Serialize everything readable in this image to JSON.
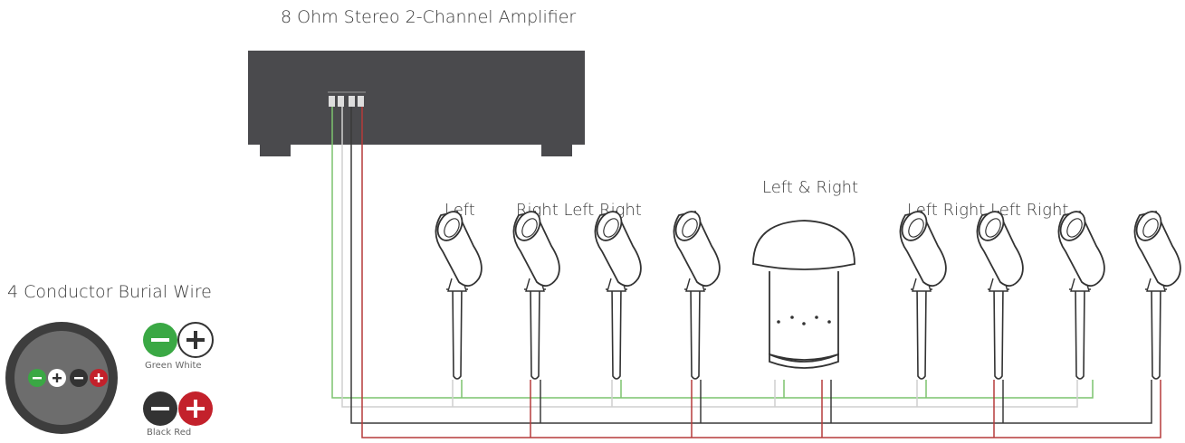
{
  "amplifier": {
    "title": "8 Ohm Stereo 2-Channel Amplifier"
  },
  "wire": {
    "title": "4 Conductor Burial Wire",
    "pair1_label": "Green White",
    "pair2_label": "Black Red"
  },
  "speaker_labels": {
    "left_1": "Left",
    "group_2": "Right Left Right",
    "center": "Left & Right",
    "group_3": "Left Right Left Right"
  },
  "colors": {
    "amp_body": "#4a4a4d",
    "green": "#7cc36e",
    "white_wire": "#cfcfcf",
    "black_wire": "#3a3a3a",
    "red": "#b53a3a",
    "green_fill": "#3aa844",
    "red_fill": "#c3212b",
    "black_fill": "#333333"
  },
  "icons": [
    "minus-icon",
    "plus-icon"
  ]
}
